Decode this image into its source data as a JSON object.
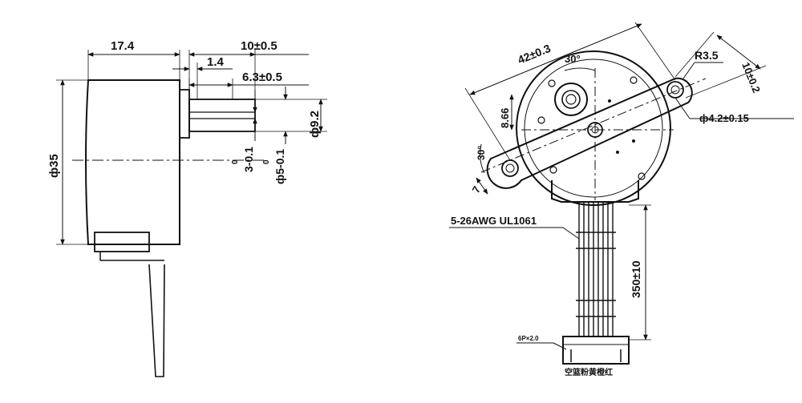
{
  "side_view": {
    "dim_length": "17.4",
    "dim_shaft_length": "10±0.5",
    "dim_step": "1.4",
    "dim_flat": "6.3±0.5",
    "dim_body_dia": "ф35",
    "dim_boss_dia": "ф9.2",
    "dim_flat_width_top": "0",
    "dim_flat_width_main": "3-0.1",
    "dim_shaft_dia_top": "0",
    "dim_shaft_dia_main": "ф5-0.1"
  },
  "front_view": {
    "dim_hole_spacing": "42±0.3",
    "dim_angle_top": "30°",
    "dim_radius": "R3.5",
    "dim_ear_width": "10±0.2",
    "dim_offset": "8.66",
    "dim_mount_hole": "ф4.2±0.15",
    "dim_angle_side": "30°",
    "dim_ear_offset": "7",
    "wire_spec": "5-26AWG UL1061",
    "dim_wire_length": "350±10",
    "connector_spec": "6P×2.0",
    "wire_colors": "空篮粉黄橙红"
  }
}
